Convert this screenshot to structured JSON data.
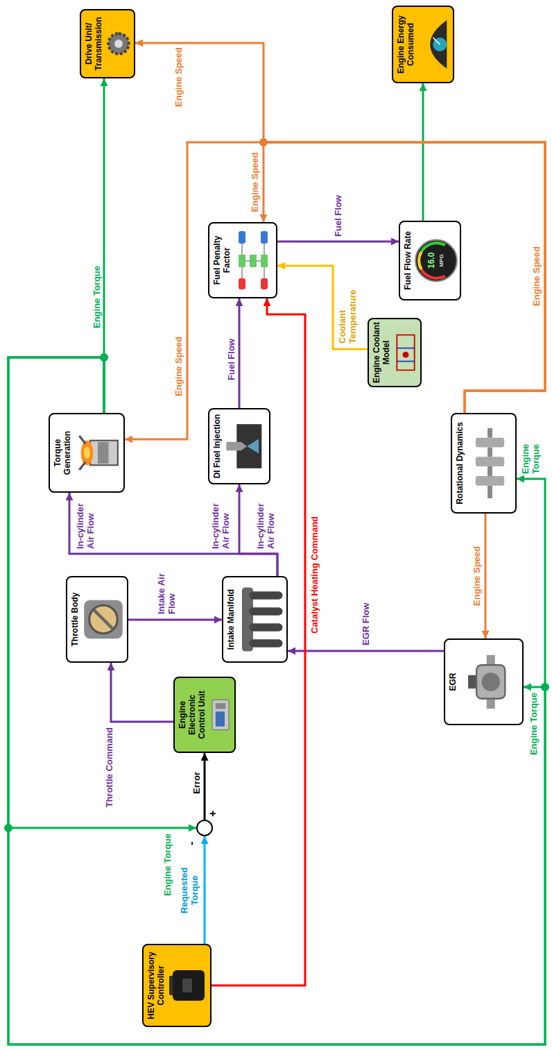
{
  "diagram": {
    "nodes": [
      {
        "text": [
          "HEV Supervisory Controller"
        ]
      },
      {
        "text": [
          "-",
          "+"
        ]
      },
      {
        "text": [
          "Engine Electronic Control Unit"
        ]
      },
      {
        "text": [
          "Throttle Body"
        ]
      },
      {
        "text": [
          "Intake Manifold"
        ]
      },
      {
        "text": [
          "EGR"
        ]
      },
      {
        "text": [
          "Torque Generation"
        ]
      },
      {
        "text": [
          "DI Fuel Injection"
        ]
      },
      {
        "text": [
          "Rotational Dynamics"
        ]
      },
      {
        "text": [
          "Drive Unit/ Transmission"
        ]
      },
      {
        "text": [
          "Fuel Penalty Factor"
        ]
      },
      {
        "text": [
          "Engine Coolant Model"
        ]
      },
      {
        "text": [
          "Fuel Flow Rate"
        ]
      },
      {
        "text": [
          "Engine Energy Consumed"
        ]
      }
    ],
    "edges": [
      {
        "from": 0,
        "to": 1,
        "arrow": "to",
        "label": "Requested Torque"
      },
      {
        "from": 1,
        "to": 2,
        "arrow": "to",
        "label": "Error"
      },
      {
        "from": 2,
        "to": 3,
        "arrow": "to",
        "label": "Throttle Command"
      },
      {
        "from": 3,
        "to": 4,
        "arrow": "to",
        "label": "Intake Air Flow"
      },
      {
        "from": 5,
        "to": 4,
        "arrow": "to",
        "label": "EGR Flow"
      },
      {
        "from": 4,
        "to": 6,
        "arrow": "to",
        "label": "In-cylinder Air Flow"
      },
      {
        "from": 4,
        "to": 7,
        "arrow": "to",
        "label": "In-cylinder Air Flow"
      },
      {
        "from": 7,
        "to": 10,
        "arrow": "to",
        "label": "Fuel Flow"
      },
      {
        "from": 0,
        "to": 10,
        "arrow": "to",
        "label": "Catalyst Heating Command"
      },
      {
        "from": 11,
        "to": 10,
        "arrow": "to",
        "label": "Coolant Temperature"
      },
      {
        "from": 10,
        "to": 12,
        "arrow": "to",
        "label": "Fuel Flow"
      },
      {
        "from": 12,
        "to": 13,
        "arrow": "to"
      },
      {
        "from": 6,
        "to": 9,
        "arrow": "to",
        "label": "Engine Torque"
      },
      {
        "from": 6,
        "to": 1,
        "arrow": "to",
        "label": "Engine Torque"
      },
      {
        "from": 6,
        "to": 5,
        "arrow": "to",
        "label": "Engine Torque"
      },
      {
        "from": 6,
        "to": 8,
        "arrow": "to",
        "label": "Engine Torque"
      },
      {
        "from": 8,
        "to": 6,
        "arrow": "to",
        "label": "Engine Speed"
      },
      {
        "from": 8,
        "to": 10,
        "arrow": "to",
        "label": "Engine Speed"
      },
      {
        "from": 8,
        "to": 9,
        "arrow": "to",
        "label": "Engine Speed"
      },
      {
        "from": 8,
        "to": 5,
        "arrow": "to",
        "label": "Engine Speed"
      }
    ],
    "labels": [
      "In-cylinder Air Flow",
      "Engine Speed",
      "16.0",
      "MPG"
    ]
  }
}
